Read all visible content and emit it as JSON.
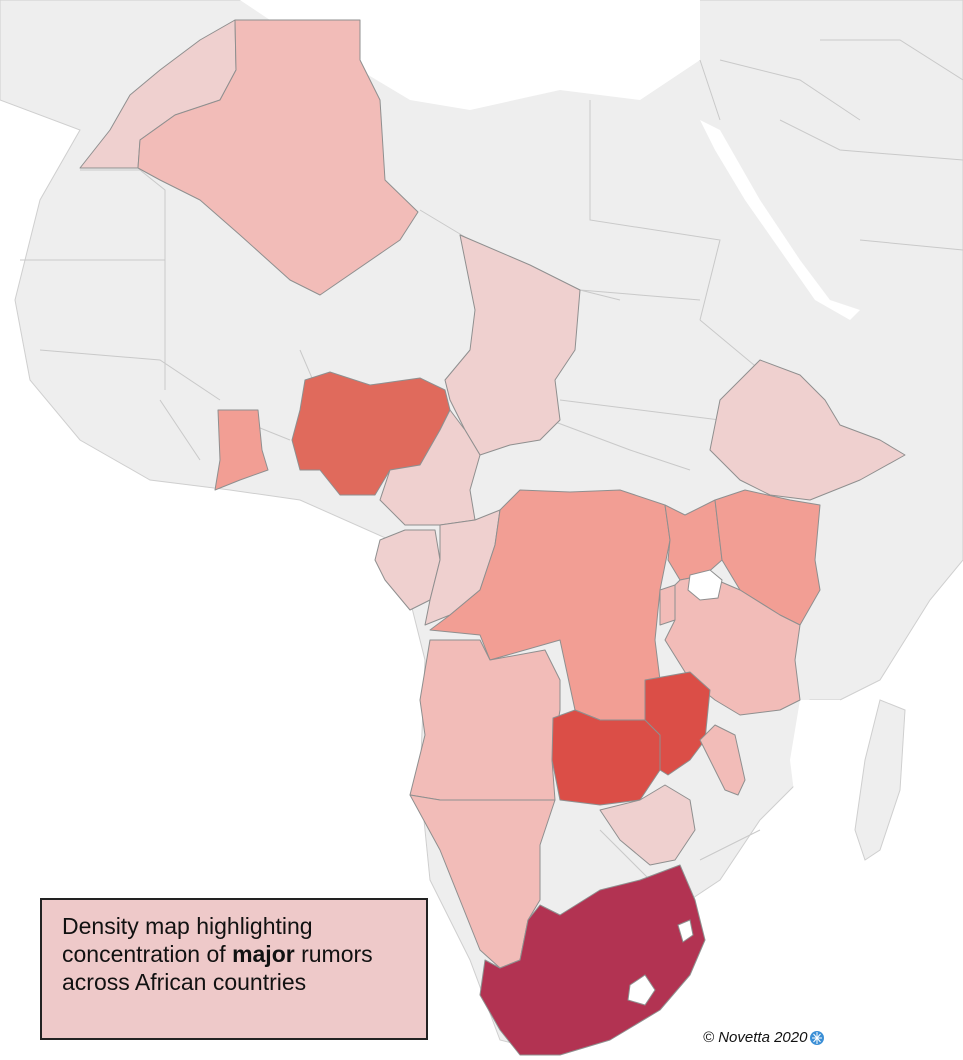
{
  "caption": {
    "text_before": "Density map highlighting concentration of ",
    "bold": "major",
    "text_after": " rumors across African countries"
  },
  "copyright": "© Novetta 2020",
  "colors": {
    "land": "#eeeeee",
    "water": "#ffffff",
    "caption_bg": "#eec9c9",
    "light_pink": "#efd0cf",
    "pink": "#f2bcb8",
    "salmon": "#f29e94",
    "red": "#e06a5c",
    "dark_red": "#db4e47",
    "crimson": "#b23352"
  },
  "countries": [
    {
      "name": "Morocco",
      "level": "light_pink"
    },
    {
      "name": "Algeria",
      "level": "pink"
    },
    {
      "name": "Chad",
      "level": "light_pink"
    },
    {
      "name": "Ghana",
      "level": "salmon"
    },
    {
      "name": "Nigeria",
      "level": "red"
    },
    {
      "name": "Cameroon",
      "level": "light_pink"
    },
    {
      "name": "Gabon",
      "level": "light_pink"
    },
    {
      "name": "Republic of the Congo",
      "level": "light_pink"
    },
    {
      "name": "Central African Republic",
      "level": "land"
    },
    {
      "name": "Democratic Republic of the Congo",
      "level": "salmon"
    },
    {
      "name": "Ethiopia",
      "level": "light_pink"
    },
    {
      "name": "Uganda",
      "level": "salmon"
    },
    {
      "name": "Kenya",
      "level": "salmon"
    },
    {
      "name": "Rwanda",
      "level": "pink"
    },
    {
      "name": "Tanzania",
      "level": "pink"
    },
    {
      "name": "Angola",
      "level": "pink"
    },
    {
      "name": "Zambia",
      "level": "dark_red"
    },
    {
      "name": "Malawi",
      "level": "dark_red"
    },
    {
      "name": "Mozambique",
      "level": "pink"
    },
    {
      "name": "Zimbabwe",
      "level": "light_pink"
    },
    {
      "name": "Namibia",
      "level": "pink"
    },
    {
      "name": "South Africa",
      "level": "crimson"
    }
  ]
}
